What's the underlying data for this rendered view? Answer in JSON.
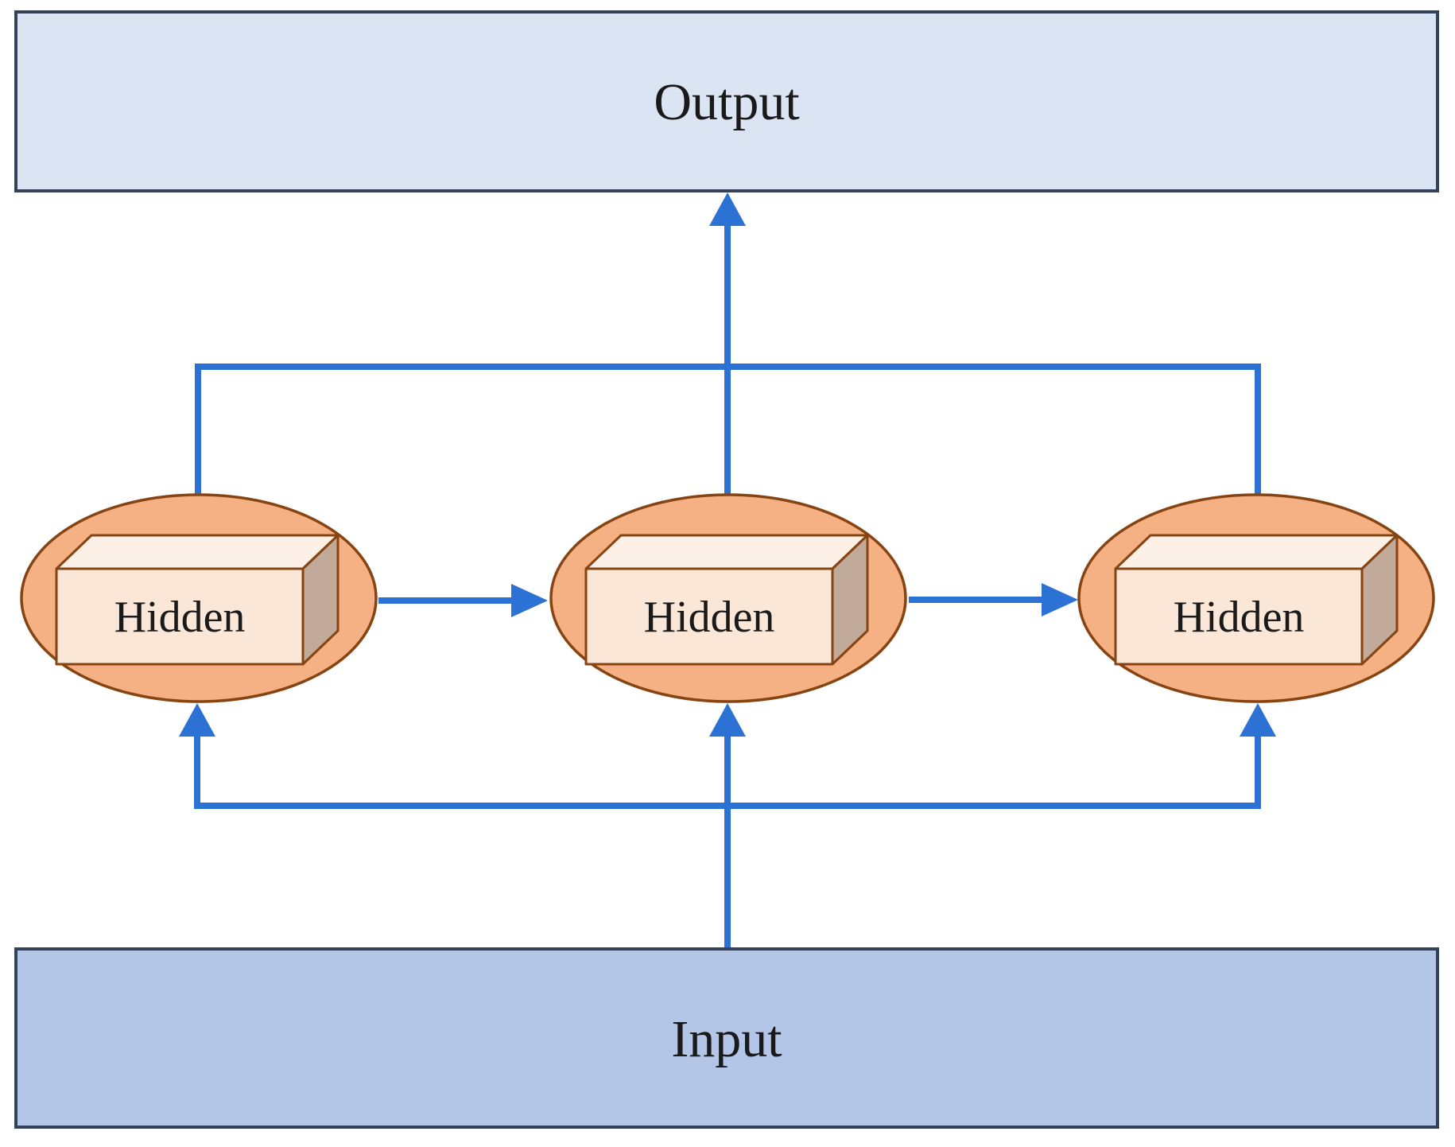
{
  "diagram": {
    "type": "recurrent-neural-network-flow",
    "nodes": {
      "output": {
        "label": "Output"
      },
      "input": {
        "label": "Input"
      },
      "hidden1": {
        "label": "Hidden"
      },
      "hidden2": {
        "label": "Hidden"
      },
      "hidden3": {
        "label": "Hidden"
      }
    },
    "edges": [
      {
        "from": "input",
        "to": "hidden2",
        "style": "arrow-up"
      },
      {
        "from": "input",
        "to": "hidden1",
        "style": "arrow-up-via-bottom-rail"
      },
      {
        "from": "input",
        "to": "hidden3",
        "style": "arrow-up-via-bottom-rail"
      },
      {
        "from": "hidden1",
        "to": "hidden2",
        "style": "arrow-right"
      },
      {
        "from": "hidden2",
        "to": "hidden3",
        "style": "arrow-right"
      },
      {
        "from": "hidden2",
        "to": "output",
        "style": "arrow-up"
      },
      {
        "from": "hidden1",
        "to": "hidden3",
        "style": "top-rail-line"
      }
    ],
    "colors": {
      "background": "#ffffff",
      "output_fill": "#dbe4f2",
      "input_fill": "#b3c6e7",
      "box_border": "#334258",
      "arrow_blue": "#2b72d4",
      "ellipse_fill": "#f5b184",
      "shape_border": "#874413",
      "cuboid_front": "#fbe7d8",
      "cuboid_top": "#fdf0e6",
      "cuboid_side": "#c2aa9a",
      "label_text": "#1a1a1a"
    }
  }
}
